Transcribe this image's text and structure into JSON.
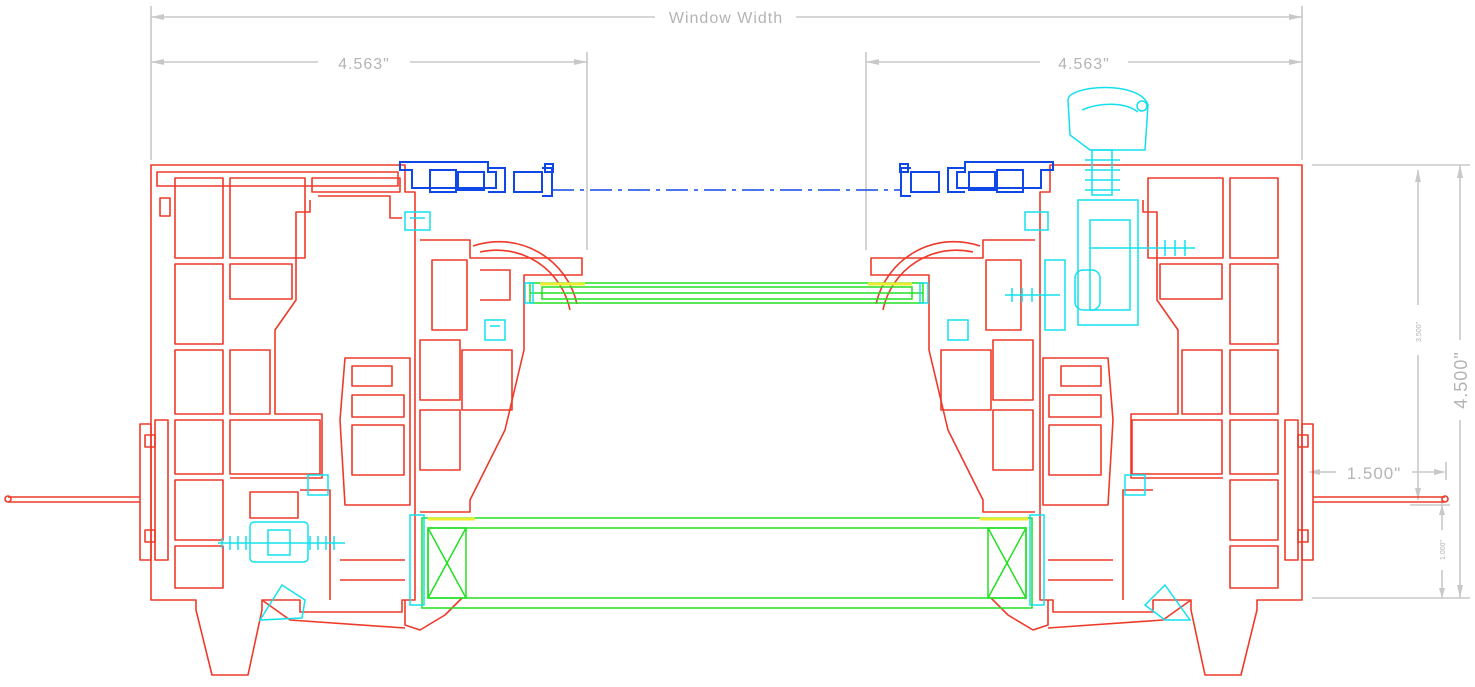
{
  "dimensions": {
    "window_width_label": "Window Width",
    "left_offset_label": "4.563\"",
    "right_offset_label": "4.563\"",
    "frame_depth_label": "4.500\"",
    "inner_depth_label": "3.500\"",
    "sill_projection_label": "1.500\"",
    "sill_height_label": "1.000\""
  },
  "colors": {
    "frame": "#ee3a2a",
    "glass": "#23e023",
    "hardware_cyan": "#12e0ee",
    "hardware_blue": "#1048e8",
    "seal_yellow": "#ecec30",
    "dimension": "#c8c8c8"
  }
}
